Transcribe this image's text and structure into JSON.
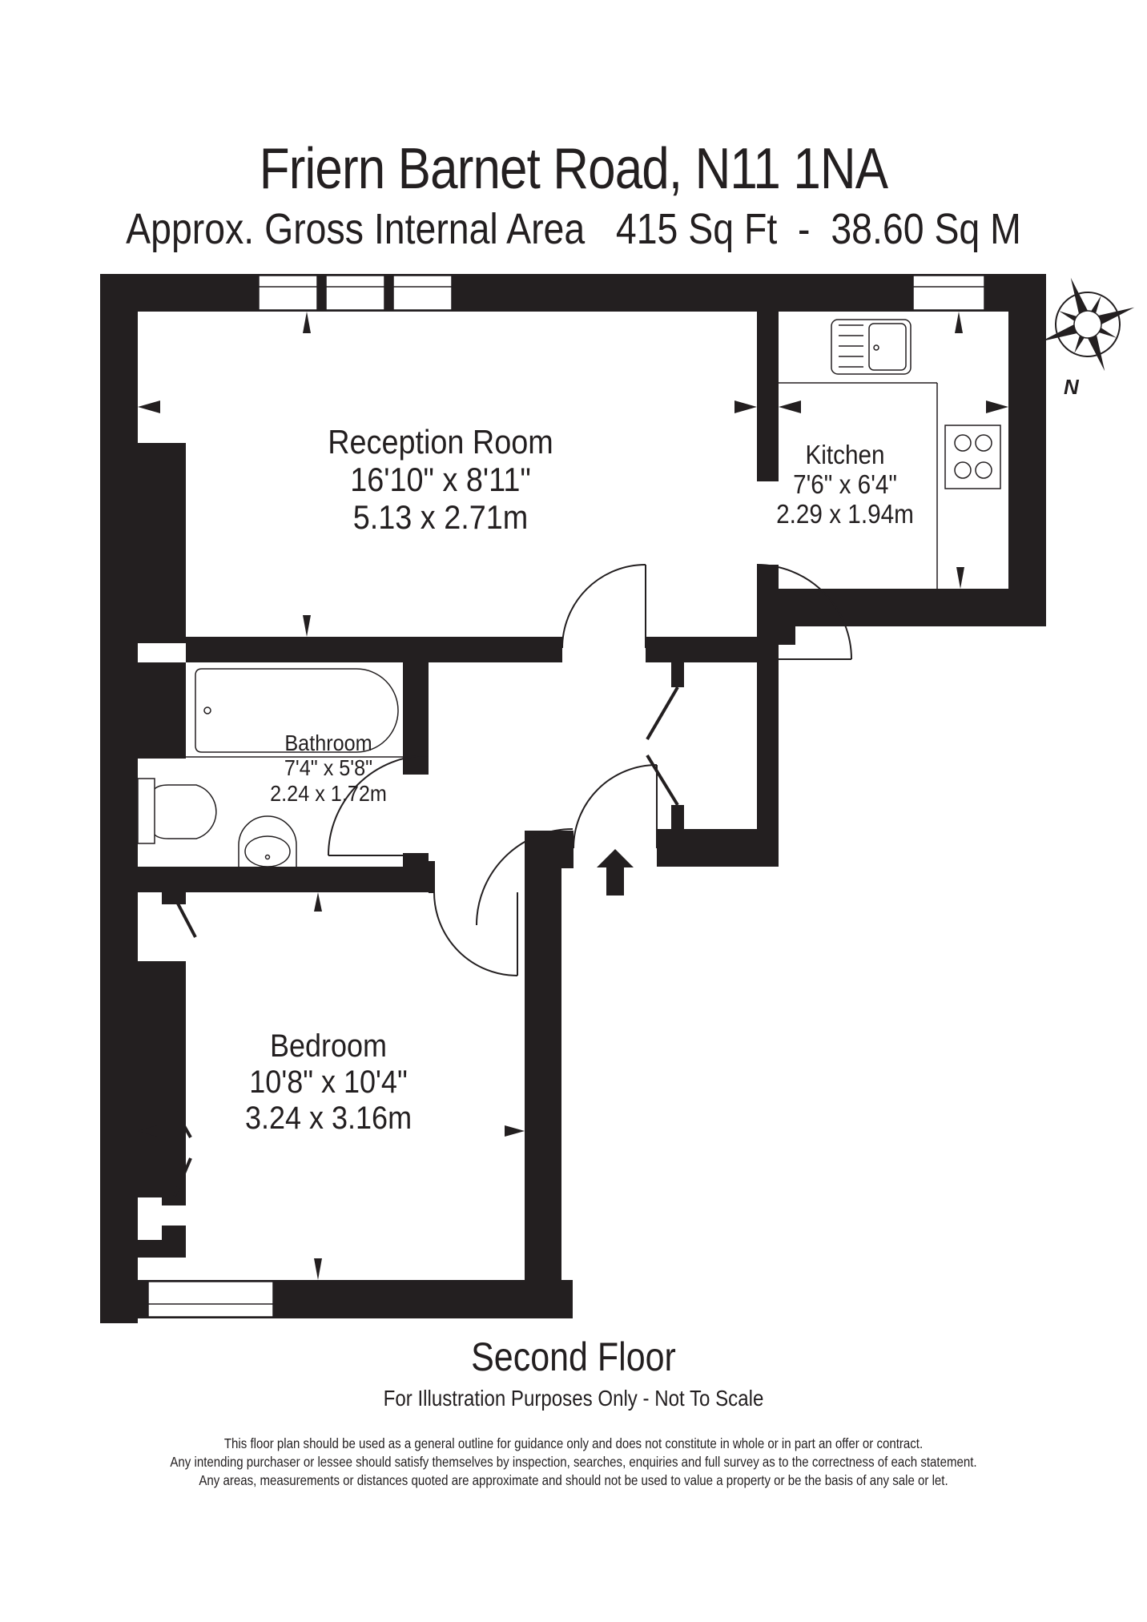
{
  "header": {
    "address": "Friern Barnet Road, N11 1NA",
    "area_label": "Approx. Gross Internal Area",
    "area_sqft": "415 Sq Ft",
    "separator": "-",
    "area_sqm": "38.60 Sq M",
    "area_line": "Approx. Gross Internal Area   415 Sq Ft  -  38.60 Sq M"
  },
  "rooms": [
    {
      "name": "Reception Room",
      "imperial": "16'10\" x 8'11\"",
      "metric": "5.13 x 2.71m"
    },
    {
      "name": "Kitchen",
      "imperial": "7'6\" x 6'4\"",
      "metric": "2.29 x 1.94m"
    },
    {
      "name": "Bathroom",
      "imperial": "7'4\" x 5'8\"",
      "metric": "2.24 x 1.72m"
    },
    {
      "name": "Bedroom",
      "imperial": "10'8\" x 10'4\"",
      "metric": "3.24 x 3.16m"
    }
  ],
  "compass": {
    "icon": "compass-rose-icon",
    "north_label": "N"
  },
  "entrance": {
    "icon": "entrance-arrow-icon"
  },
  "footer": {
    "floor": "Second Floor",
    "note": "For Illustration Purposes Only - Not To Scale",
    "disclaimer": [
      "This floor plan should be used as a general outline for guidance only and does not constitute in whole or in part an offer or contract.",
      "Any intending purchaser or lessee should satisfy themselves by inspection, searches, enquiries and full survey as to the correctness of each statement.",
      "Any areas, measurements or distances quoted are approximate and should not be used to value a property or be the basis of any sale or let."
    ]
  },
  "colors": {
    "wall": "#231f20",
    "background": "#ffffff"
  }
}
